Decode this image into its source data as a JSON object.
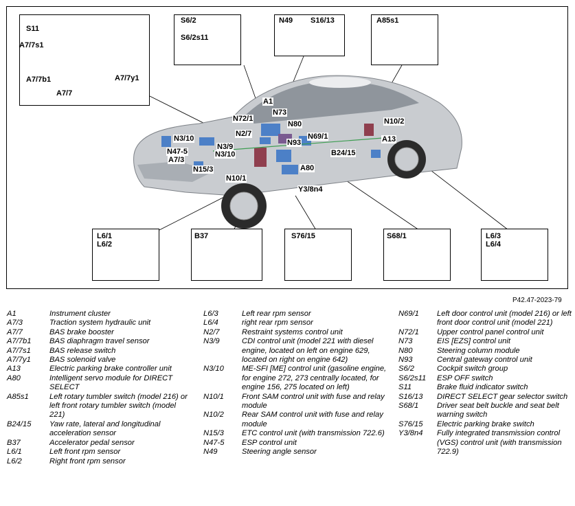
{
  "figure_id": "P42.47-2023-79",
  "callouts": {
    "s11": "S11",
    "a77s1": "A7/7s1",
    "a77b1": "A7/7b1",
    "a77": "A7/7",
    "a77y1": "A7/7y1",
    "s62": "S6/2",
    "s62s11": "S6/2s11",
    "n49": "N49",
    "s1613": "S16/13",
    "a85s1": "A85s1",
    "a1": "A1",
    "n721": "N72/1",
    "n73": "N73",
    "n27": "N2/7",
    "n80": "N80",
    "n691": "N69/1",
    "n102": "N10/2",
    "n310": "N3/10",
    "n39": "N3/9",
    "n93": "N93",
    "b2415": "B24/15",
    "a13": "A13",
    "n475": "N47-5",
    "a73": "A7/3",
    "n153": "N15/3",
    "a80": "A80",
    "n101": "N10/1",
    "y38n4": "Y3/8n4",
    "l61": "L6/1",
    "l62": "L6/2",
    "b37": "B37",
    "s7615": "S76/15",
    "s681": "S68/1",
    "l63": "L6/3",
    "l64": "L6/4"
  },
  "legend": {
    "col1": [
      {
        "code": "A1",
        "desc": "Instrument cluster"
      },
      {
        "code": "A7/3",
        "desc": "Traction system hydraulic unit"
      },
      {
        "code": "A7/7",
        "desc": "BAS brake booster"
      },
      {
        "code": "A7/7b1",
        "desc": "BAS diaphragm travel sensor"
      },
      {
        "code": "A7/7s1",
        "desc": "BAS release switch"
      },
      {
        "code": "A7/7y1",
        "desc": "BAS solenoid valve"
      },
      {
        "code": "A13",
        "desc": "Electric parking brake controller unit"
      },
      {
        "code": "A80",
        "desc": "Intelligent servo module for DIRECT SELECT"
      },
      {
        "code": "A85s1",
        "desc": "Left rotary tumbler switch (model 216) or left front rotary tumbler switch (model 221)"
      },
      {
        "code": "B24/15",
        "desc": "Yaw rate, lateral and longitudinal acceleration sensor"
      },
      {
        "code": "B37",
        "desc": "Accelerator pedal sensor"
      },
      {
        "code": "L6/1",
        "desc": "Left front rpm sensor"
      },
      {
        "code": "L6/2",
        "desc": "Right front rpm sensor"
      }
    ],
    "col2": [
      {
        "code": "L6/3",
        "desc": "Left rear rpm sensor"
      },
      {
        "code": "L6/4",
        "desc": "right rear rpm sensor"
      },
      {
        "code": "N2/7",
        "desc": "Restraint systems control unit"
      },
      {
        "code": "N3/9",
        "desc": "CDI control unit (model 221 with diesel engine, located on left on engine 629, located on right on engine 642)"
      },
      {
        "code": "N3/10",
        "desc": "ME-SFI [ME] control unit (gasoline engine, for engine 272, 273 centrally located, for engine 156, 275 located on left)"
      },
      {
        "code": "N10/1",
        "desc": "Front SAM control unit with fuse and relay module"
      },
      {
        "code": "N10/2",
        "desc": "Rear SAM control unit with fuse and relay module"
      },
      {
        "code": "N15/3",
        "desc": "ETC control unit (with transmission 722.6)"
      },
      {
        "code": "N47-5",
        "desc": "ESP control unit"
      },
      {
        "code": "N49",
        "desc": "Steering angle sensor"
      }
    ],
    "col3": [
      {
        "code": "N69/1",
        "desc": "Left door control unit (model 216) or left front door control unit (model 221)"
      },
      {
        "code": "N72/1",
        "desc": "Upper control panel control unit"
      },
      {
        "code": "N73",
        "desc": "EIS [EZS] control unit"
      },
      {
        "code": "N80",
        "desc": "Steering column module"
      },
      {
        "code": "N93",
        "desc": "Central gateway control unit"
      },
      {
        "code": "S6/2",
        "desc": "Cockpit switch group"
      },
      {
        "code": "S6/2s11",
        "desc": "ESP OFF switch"
      },
      {
        "code": "S11",
        "desc": "Brake fluid indicator switch"
      },
      {
        "code": "S16/13",
        "desc": "DIRECT SELECT gear selector switch"
      },
      {
        "code": "S68/1",
        "desc": "Driver seat belt buckle and seat belt warning switch"
      },
      {
        "code": "S76/15",
        "desc": "Electric parking brake switch"
      },
      {
        "code": "Y3/8n4",
        "desc": "Fully integrated transmission control (VGS) control unit (with transmission 722.9)"
      }
    ]
  }
}
